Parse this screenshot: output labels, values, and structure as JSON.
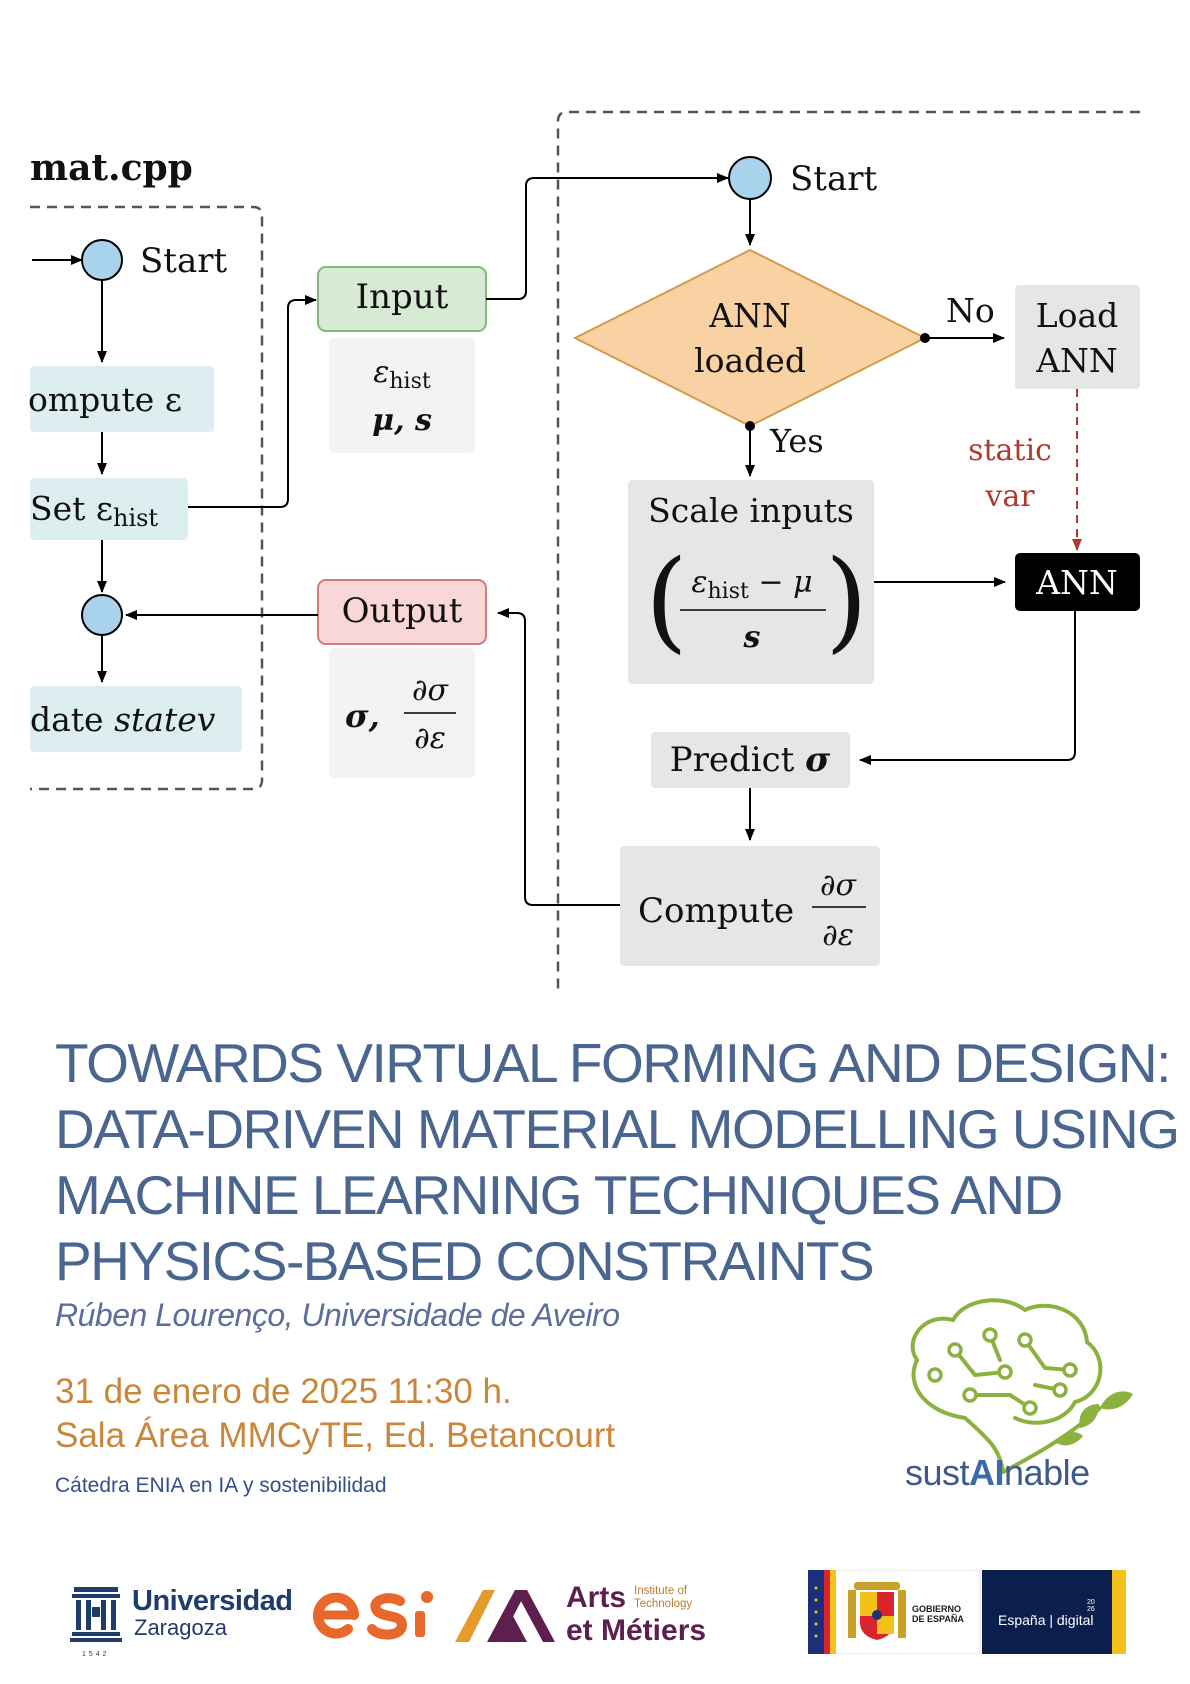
{
  "diagram": {
    "left_title": "mat.cpp",
    "left_start": "Start",
    "compute_eps": "ompute ε",
    "set_eps_prefix": "Set ε",
    "set_eps_sub": "hist",
    "update_statev_prefix": "date ",
    "update_statev_italic": "statev",
    "input_label": "Input",
    "input_eps": "ε",
    "input_eps_sub": "hist",
    "input_mu_s": "μ, s",
    "output_label": "Output",
    "output_sigma": "σ,",
    "output_num": "∂σ",
    "output_den": "∂ε",
    "right_start": "Start",
    "ann_loaded_1": "ANN",
    "ann_loaded_2": "loaded",
    "no_label": "No",
    "yes_label": "Yes",
    "load_ann_1": "Load",
    "load_ann_2": "ANN",
    "static_var_1": "static",
    "static_var_2": "var",
    "scale_inputs": "Scale inputs",
    "scale_eps": "ε",
    "scale_eps_sub": "hist",
    "scale_minus_mu": " − μ",
    "scale_s": "s",
    "ann_box": "ANN",
    "predict_prefix": "Predict",
    "predict_sigma": "σ",
    "compute_label": "Compute",
    "compute_num": "∂σ",
    "compute_den": "∂ε"
  },
  "title": {
    "line1": "TOWARDS VIRTUAL FORMING AND DESIGN:",
    "line2": "DATA-DRIVEN MATERIAL MODELLING USING",
    "line3": "MACHINE LEARNING TECHNIQUES AND",
    "line4": "PHYSICS-BASED CONSTRAINTS"
  },
  "speaker": "Rúben Lourenço, Universidade de Aveiro",
  "event": {
    "datetime": "31 de enero de 2025 11:30 h.",
    "location": "Sala Área MMCyTE, Ed. Betancourt"
  },
  "chair": "Cátedra ENIA en IA y sostenibilidad",
  "sustainable": {
    "prefix": "sust",
    "ai": "AI",
    "suffix": "nable"
  },
  "logos": {
    "unizar_name": "Universidad",
    "unizar_city": "Zaragoza",
    "unizar_year": "1542",
    "esi": "esi",
    "am_arts": "Arts",
    "am_metiers": "et Métiers",
    "am_institute": "Institute of",
    "am_technology": "Technology",
    "gobierno_1": "GOBIERNO",
    "gobierno_2": "DE ESPAÑA",
    "espana_digital": "España | digital",
    "espana_year_1": "20",
    "espana_year_2": "26"
  },
  "colors": {
    "title_blue": "#4a6690",
    "event_orange": "#c9873c",
    "input_green": "#d7ead3",
    "output_red": "#f8d7d6",
    "diamond_orange": "#f8d2a3",
    "start_circle": "#a9d3ec",
    "gray_box": "#e6e6e6",
    "static_var_red": "#b03a2e",
    "sust_green": "#8bb23e"
  }
}
